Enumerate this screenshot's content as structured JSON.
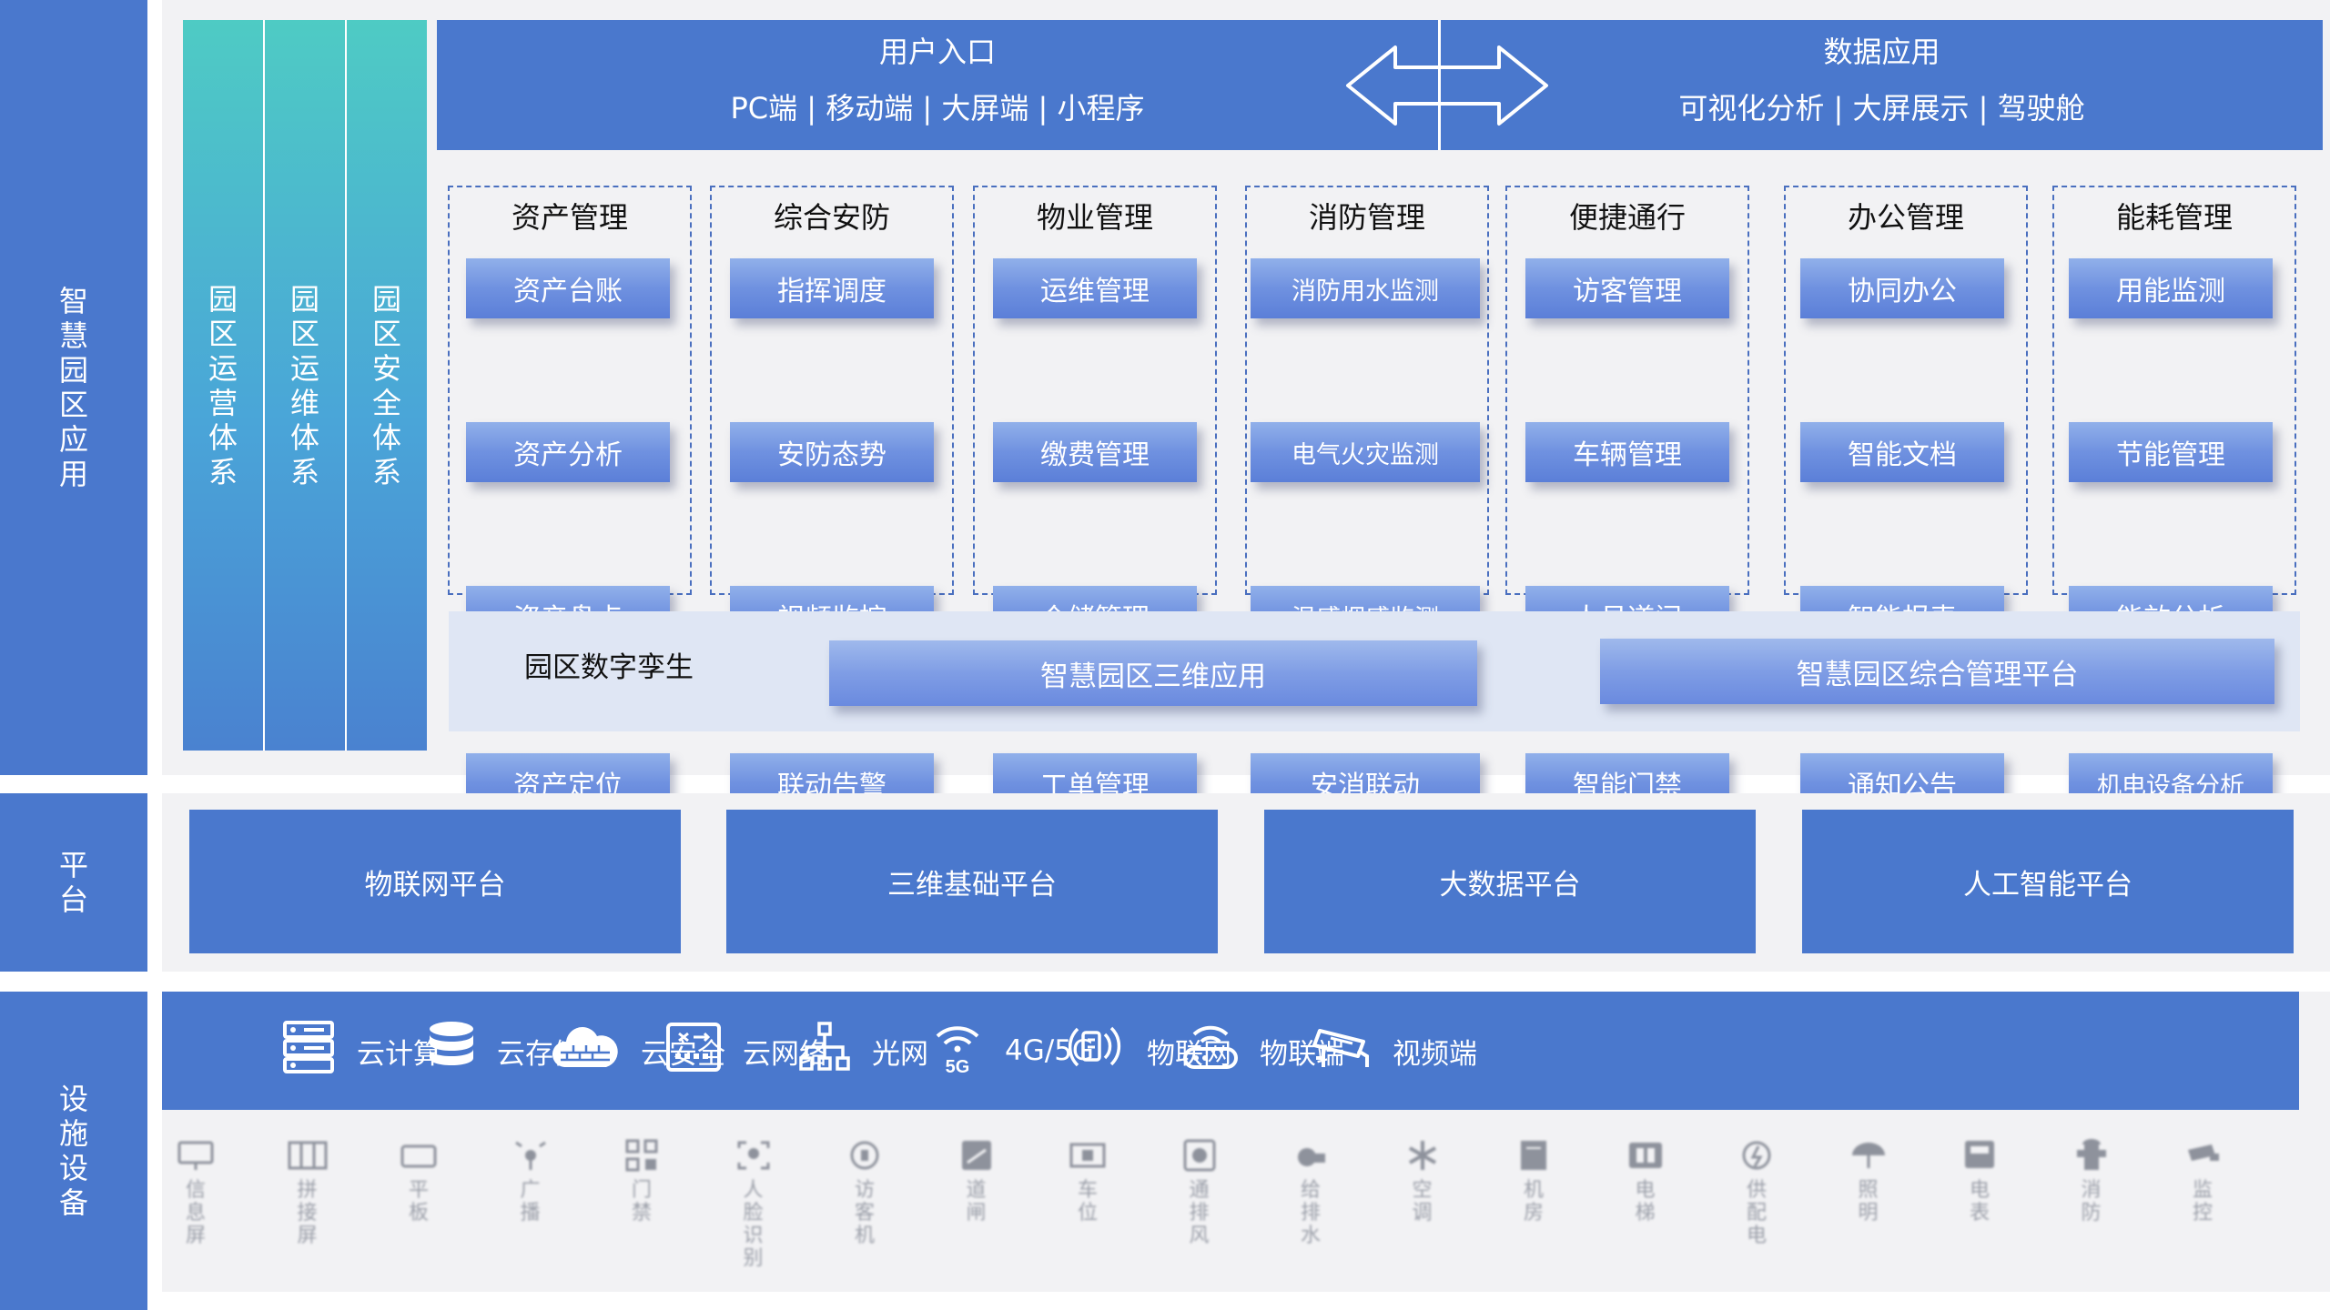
{
  "left_labels": {
    "app": "智慧园区应用",
    "platform": "平台",
    "facilities": "设施设备"
  },
  "systems": [
    "园区运营体系",
    "园区运维体系",
    "园区安全体系"
  ],
  "top_banner": {
    "user_entry": {
      "title": "用户入口",
      "items": "PC端 | 移动端 | 大屏端 | 小程序"
    },
    "data_app": {
      "title": "数据应用",
      "items": "可视化分析 | 大屏展示 | 驾驶舱"
    }
  },
  "modules": [
    {
      "title": "资产管理",
      "items": [
        "资产台账",
        "资产分析",
        "资产盘点",
        "资产定位"
      ]
    },
    {
      "title": "综合安防",
      "items": [
        "指挥调度",
        "安防态势",
        "视频监控",
        "联动告警"
      ]
    },
    {
      "title": "物业管理",
      "items": [
        "运维管理",
        "缴费管理",
        "仓储管理",
        "工单管理"
      ]
    },
    {
      "title": "消防管理",
      "items": [
        "消防用水监测",
        "电气火灾监测",
        "温感烟感监测",
        "安消联动"
      ]
    },
    {
      "title": "便捷通行",
      "items": [
        "访客管理",
        "车辆管理",
        "人员道闸",
        "智能门禁"
      ]
    },
    {
      "title": "办公管理",
      "items": [
        "协同办公",
        "智能文档",
        "智能报表",
        "通知公告"
      ]
    },
    {
      "title": "能耗管理",
      "items": [
        "用能监测",
        "节能管理",
        "能效分析",
        "机电设备分析"
      ]
    }
  ],
  "twin": {
    "label": "园区数字孪生",
    "apps": [
      "智慧园区三维应用",
      "智慧园区综合管理平台"
    ]
  },
  "platforms": [
    "物联网平台",
    "三维基础平台",
    "大数据平台",
    "人工智能平台"
  ],
  "infra": [
    {
      "label": "云计算",
      "icon": "server-icon"
    },
    {
      "label": "云存储",
      "icon": "database-icon"
    },
    {
      "label": "云安全",
      "icon": "cloud-firewall-icon"
    },
    {
      "label": "云网络",
      "icon": "network-switch-icon"
    },
    {
      "label": "光网",
      "icon": "network-topology-icon"
    },
    {
      "label": "4G/5G",
      "icon": "5g-signal-icon"
    },
    {
      "label": "物联网",
      "icon": "iot-signal-icon"
    },
    {
      "label": "物联端",
      "icon": "router-icon"
    },
    {
      "label": "视频端",
      "icon": "cctv-camera-icon"
    }
  ],
  "devices": [
    {
      "label": "信息屏",
      "icon": "monitor-icon"
    },
    {
      "label": "拼接屏",
      "icon": "video-wall-icon"
    },
    {
      "label": "平板",
      "icon": "tablet-icon"
    },
    {
      "label": "广播",
      "icon": "broadcast-icon"
    },
    {
      "label": "门禁",
      "icon": "qr-code-icon"
    },
    {
      "label": "人脸识别",
      "icon": "face-recognition-icon"
    },
    {
      "label": "访客机",
      "icon": "visitor-machine-icon"
    },
    {
      "label": "道闸",
      "icon": "barrier-gate-icon"
    },
    {
      "label": "车位",
      "icon": "parking-icon"
    },
    {
      "label": "通排风",
      "icon": "fan-icon"
    },
    {
      "label": "给排水",
      "icon": "water-pump-icon"
    },
    {
      "label": "空调",
      "icon": "snowflake-icon"
    },
    {
      "label": "机房",
      "icon": "server-room-icon"
    },
    {
      "label": "电梯",
      "icon": "elevator-icon"
    },
    {
      "label": "供配电",
      "icon": "power-icon"
    },
    {
      "label": "照明",
      "icon": "lamp-icon"
    },
    {
      "label": "电表",
      "icon": "meter-icon"
    },
    {
      "label": "消防",
      "icon": "fire-hydrant-icon"
    },
    {
      "label": "监控",
      "icon": "camera-icon"
    }
  ]
}
